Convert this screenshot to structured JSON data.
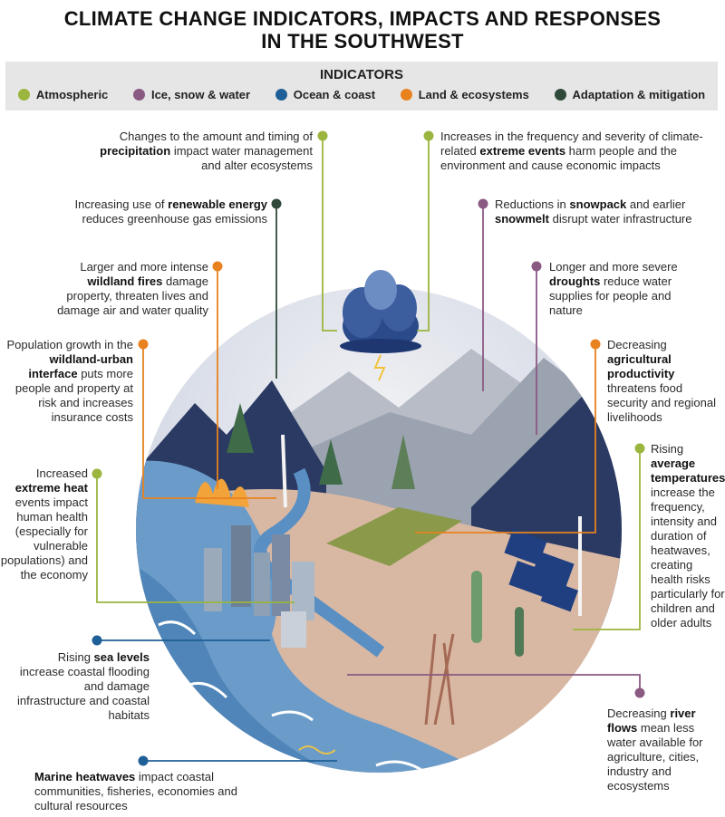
{
  "title": {
    "line1": "CLIMATE CHANGE INDICATORS, IMPACTS AND RESPONSES",
    "line2": "IN THE SOUTHWEST"
  },
  "legend": {
    "title": "INDICATORS",
    "items": [
      {
        "label": "Atmospheric",
        "color": "#9bb53f"
      },
      {
        "label": "Ice, snow & water",
        "color": "#8b5a83"
      },
      {
        "label": "Ocean & coast",
        "color": "#1f5f97"
      },
      {
        "label": "Land & ecosystems",
        "color": "#e8821f"
      },
      {
        "label": "Adaptation & mitigation",
        "color": "#2f4a3a"
      }
    ]
  },
  "callouts": {
    "precipitation": {
      "pre": "Changes to the amount and timing of",
      "bold": "precipitation",
      "post": "impact water management and alter ecosystems"
    },
    "extreme_events": {
      "pre": "Increases in the frequency and severity of climate-related",
      "bold": "extreme events",
      "post": "harm people and the environment and cause economic impacts"
    },
    "renewable": {
      "pre": "Increasing use of",
      "bold": "renewable energy",
      "post": "reduces greenhouse gas emissions"
    },
    "snowpack": {
      "pre": "Reductions in",
      "bold": "snowpack",
      "mid": "and earlier",
      "bold2": "snowmelt",
      "post": "disrupt water infrastructure"
    },
    "wildfires": {
      "pre": "Larger and more intense",
      "bold": "wildland fires",
      "post": "damage property, threaten lives and damage air and water quality"
    },
    "droughts": {
      "pre": "Longer and more severe",
      "bold": "droughts",
      "post": "reduce water supplies for people and nature"
    },
    "wui": {
      "pre": "Population growth in the",
      "bold": "wildland-urban interface",
      "post": "puts more people and property at risk and increases insurance costs"
    },
    "agriculture": {
      "pre": "Decreasing",
      "bold": "agricultural productivity",
      "post": "threatens food security and regional livelihoods"
    },
    "heat": {
      "pre": "Increased",
      "bold": "extreme heat",
      "post": "events impact human health (especially for vulnerable populations) and the economy"
    },
    "temperature": {
      "pre": "Rising",
      "bold": "average temperatures",
      "post": "increase the frequency, intensity and duration of heatwaves, creating health risks particularly for children and older adults"
    },
    "sea_level": {
      "pre": "Rising",
      "bold": "sea levels",
      "post": "increase coastal flooding and damage infrastructure and coastal habitats"
    },
    "river": {
      "pre": "Decreasing",
      "bold": "river flows",
      "post": "mean less water available for agriculture, cities, industry and ecosystems"
    },
    "marine": {
      "pre": "",
      "bold": "Marine heatwaves",
      "post": "impact coastal communities, fisheries, economies and cultural resources"
    }
  }
}
